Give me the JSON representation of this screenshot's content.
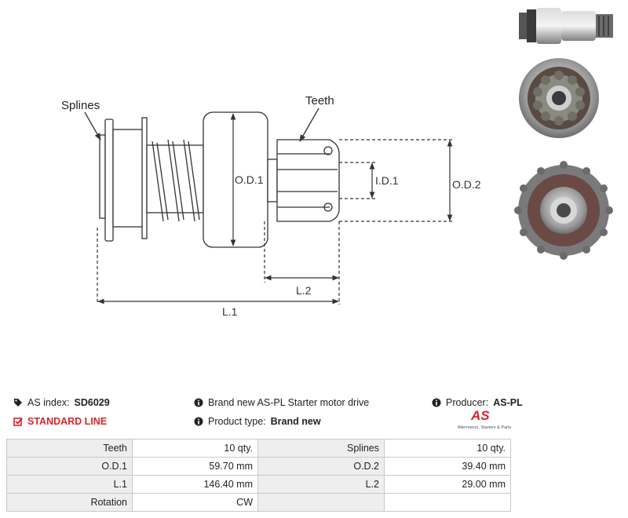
{
  "diagram": {
    "callouts": {
      "splines": "Splines",
      "teeth": "Teeth"
    },
    "dimensions": {
      "od1": "O.D.1",
      "od2": "O.D.2",
      "id1": "I.D.1",
      "l1": "L.1",
      "l2": "L.2"
    }
  },
  "info": {
    "as_index_label": "AS index:",
    "as_index_value": "SD6029",
    "line_label": "STANDARD LINE",
    "description": "Brand new AS-PL Starter motor drive",
    "product_type_label": "Product type:",
    "product_type_value": "Brand new",
    "producer_label": "Producer:",
    "producer_value": "AS-PL"
  },
  "logo": {
    "mark": "AS",
    "tagline": "Alternators, Starters & Parts"
  },
  "specs": [
    {
      "k1": "Teeth",
      "v1": "10 qty.",
      "k2": "Splines",
      "v2": "10 qty."
    },
    {
      "k1": "O.D.1",
      "v1": "59.70 mm",
      "k2": "O.D.2",
      "v2": "39.40 mm"
    },
    {
      "k1": "L.1",
      "v1": "146.40 mm",
      "k2": "L.2",
      "v2": "29.00 mm"
    },
    {
      "k1": "Rotation",
      "v1": "CW",
      "k2": "",
      "v2": ""
    }
  ],
  "colors": {
    "brand_red": "#d9232b",
    "header_cell": "#eeeeee",
    "border": "#c9c9c9"
  }
}
